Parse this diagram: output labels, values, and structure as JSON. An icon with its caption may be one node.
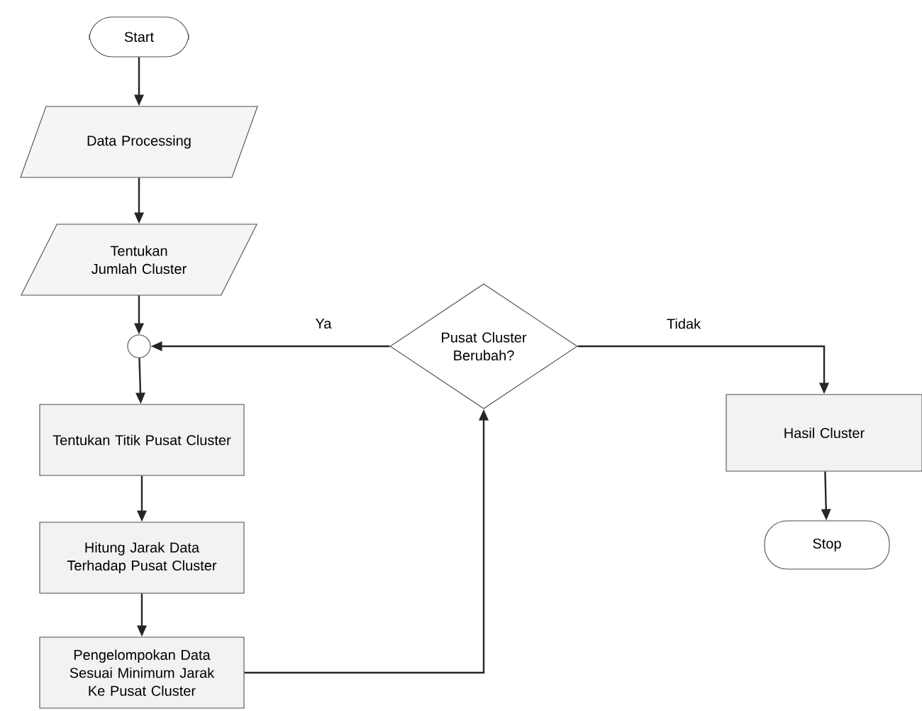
{
  "diagram": {
    "nodes": [
      {
        "text": [
          "Start"
        ]
      },
      {
        "text": [
          "Data Processing"
        ]
      },
      {
        "text": [
          "Tentukan Jumlah Cluster"
        ]
      },
      {
        "text": [],
        "shape": "circle"
      },
      {
        "text": [
          "Tentukan Titik Pusat Cluster"
        ]
      },
      {
        "text": [
          "Hitung Jarak Data Terhadap Pusat Cluster"
        ]
      },
      {
        "text": [
          "Pengelompokan Data Sesuai Minimum Jarak Ke Pusat Cluster"
        ]
      },
      {
        "text": [
          "Pusat Cluster Berubah?"
        ]
      },
      {
        "text": [
          "Hasil Cluster"
        ]
      },
      {
        "text": [
          "Stop"
        ]
      }
    ],
    "edges": [
      {
        "from": 0,
        "to": 1,
        "arrow": "to"
      },
      {
        "from": 1,
        "to": 2,
        "arrow": "to"
      },
      {
        "from": 2,
        "to": 3,
        "arrow": "to"
      },
      {
        "from": 3,
        "to": 4,
        "arrow": "to"
      },
      {
        "from": 4,
        "to": 5,
        "arrow": "to"
      },
      {
        "from": 5,
        "to": 6,
        "arrow": "to"
      },
      {
        "from": 6,
        "to": 7,
        "arrow": "to"
      },
      {
        "from": 7,
        "to": 3,
        "arrow": "to",
        "label": "Ya"
      },
      {
        "from": 7,
        "to": 8,
        "arrow": "to",
        "label": "Tidak"
      },
      {
        "from": 8,
        "to": 9,
        "arrow": "to"
      }
    ]
  }
}
